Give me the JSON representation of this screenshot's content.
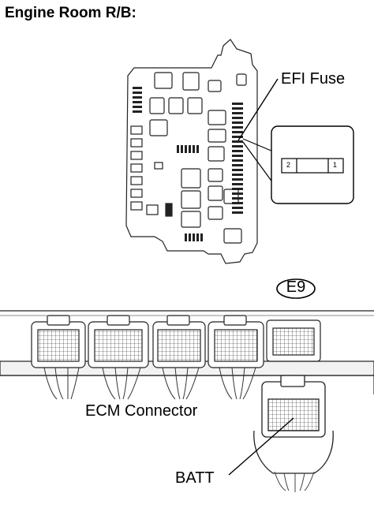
{
  "title": "Engine Room R/B:",
  "labels": {
    "efi_fuse": "EFI Fuse",
    "connector_code": "E9",
    "ecm_connector": "ECM Connector",
    "batt": "BATT"
  },
  "fuse_terminals": {
    "left": "2",
    "right": "1"
  },
  "icons": [
    "relay-block-outline",
    "fuse-terminal-inset",
    "ecm-connector-body",
    "batt-terminal-callout"
  ]
}
